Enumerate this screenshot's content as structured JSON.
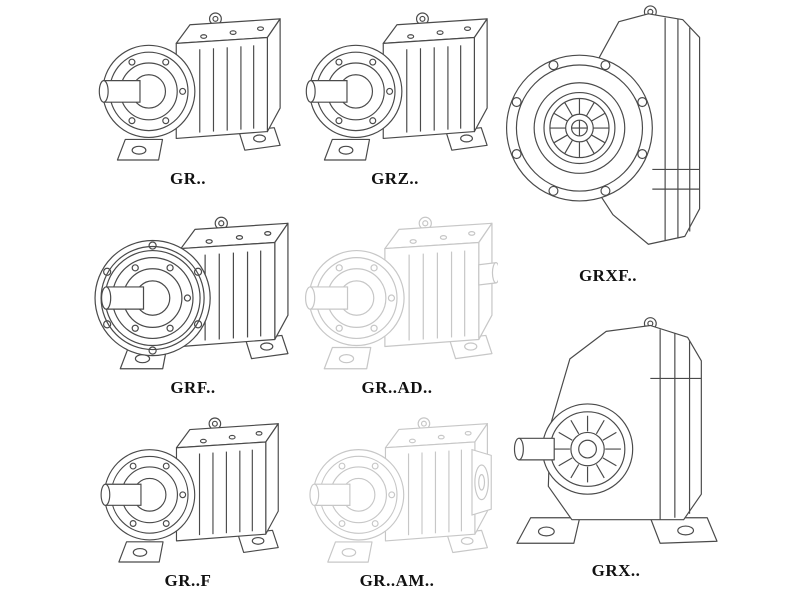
{
  "colors": {
    "background": "#ffffff",
    "line": "#4a4a4a",
    "phantom_line": "#c7c7c7",
    "label_text": "#111111"
  },
  "models": [
    {
      "id": "gr",
      "label": "GR.."
    },
    {
      "id": "grz",
      "label": "GRZ.."
    },
    {
      "id": "grxf",
      "label": "GRXF.."
    },
    {
      "id": "grf",
      "label": "GRF.."
    },
    {
      "id": "gr-ad",
      "label": "GR..AD.."
    },
    {
      "id": "gr-f",
      "label": "GR..F"
    },
    {
      "id": "gr-am",
      "label": "GR..AM.."
    },
    {
      "id": "grx",
      "label": "GRX.."
    }
  ]
}
